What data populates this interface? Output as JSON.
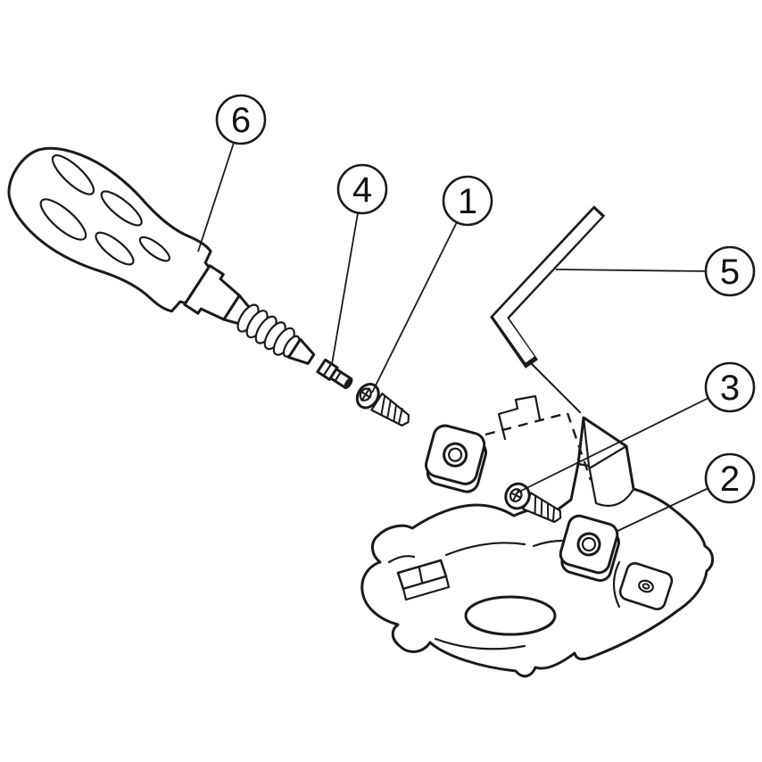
{
  "figure": {
    "type": "exploded-assembly-diagram",
    "background": "#ffffff",
    "line_color": "#1a1a1a",
    "callouts": [
      {
        "number": "1",
        "part": "insert-screw-front"
      },
      {
        "number": "2",
        "part": "cutting-insert"
      },
      {
        "number": "3",
        "part": "insert-screw-side"
      },
      {
        "number": "4",
        "part": "driver-bit"
      },
      {
        "number": "5",
        "part": "hex-key"
      },
      {
        "number": "6",
        "part": "torque-screwdriver"
      }
    ]
  }
}
